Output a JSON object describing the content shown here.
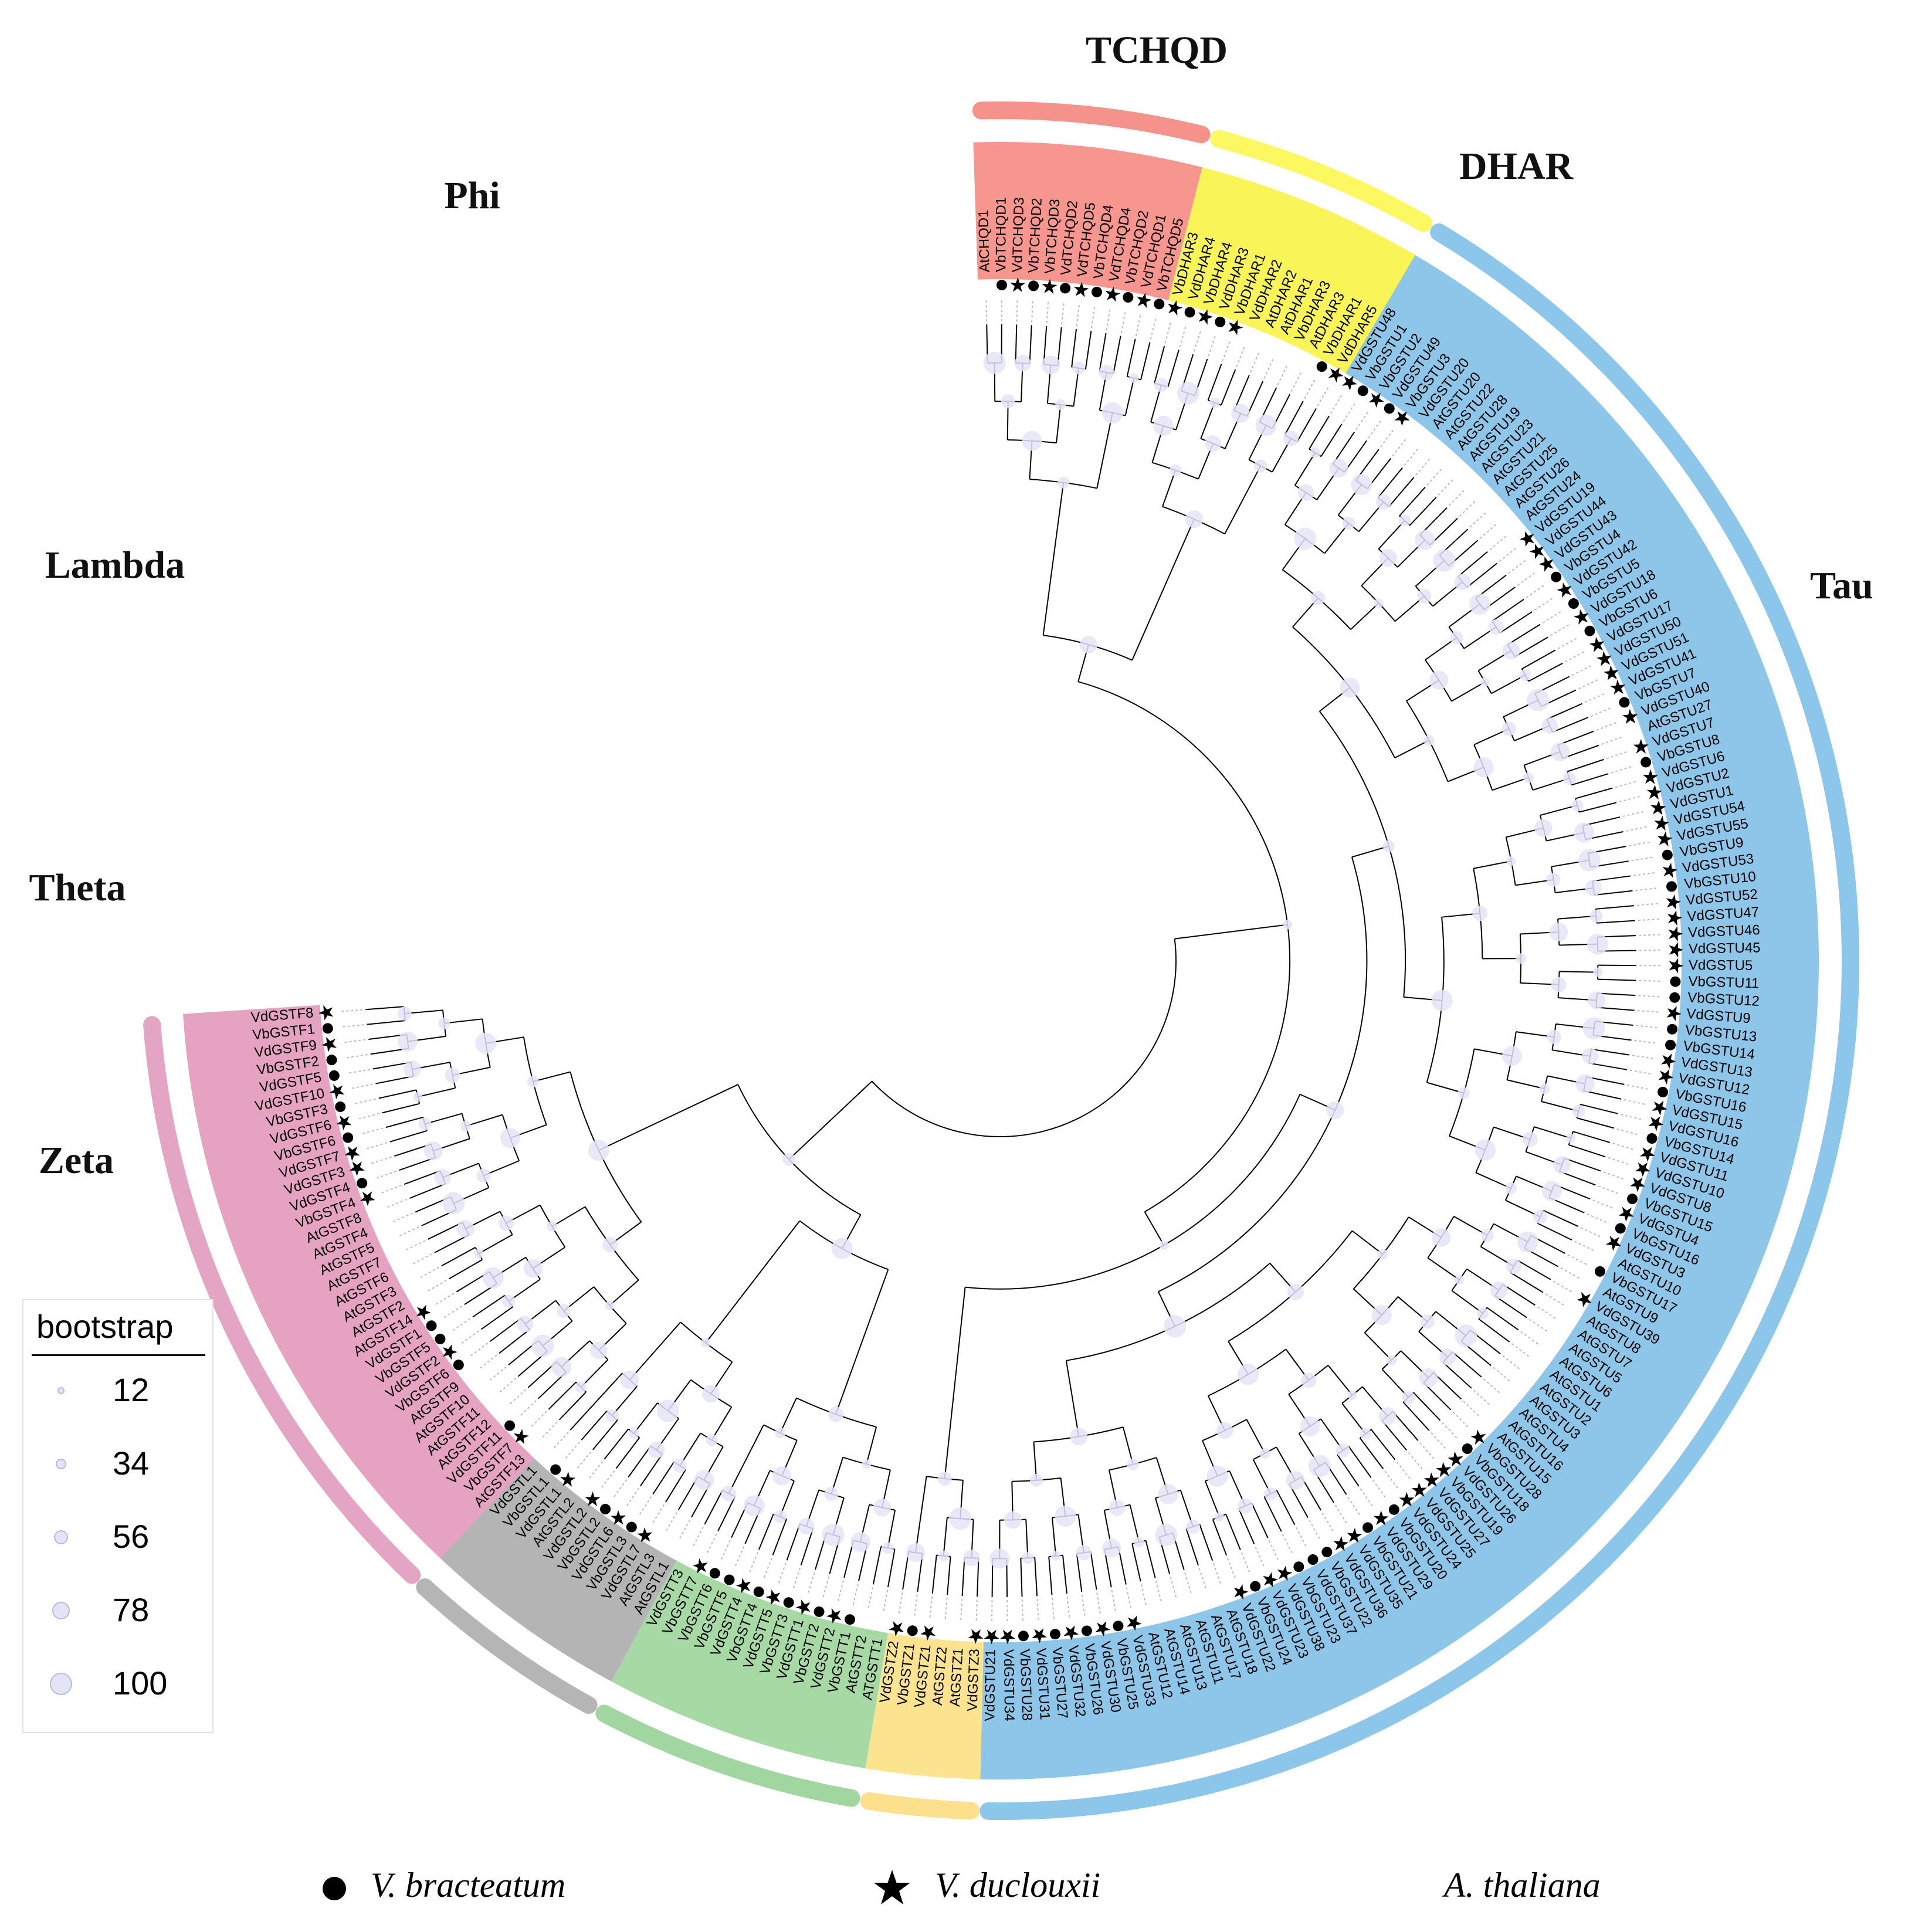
{
  "groups": [
    {
      "name": "Phi",
      "color": "#e3a5c3"
    },
    {
      "name": "TCHQD",
      "color": "#f6928c"
    },
    {
      "name": "DHAR",
      "color": "#fcf862"
    },
    {
      "name": "Tau",
      "color": "#8cc6ea"
    },
    {
      "name": "Zeta",
      "color": "#fce08e"
    },
    {
      "name": "Theta",
      "color": "#a1d6a0"
    },
    {
      "name": "Lambda",
      "color": "#b5b5b5"
    }
  ],
  "label_colors": {
    "Phi": "#e6a2c1",
    "TCHQD": "#f7958f",
    "DHAR": "#f9f558",
    "Tau": "#8ec6ea",
    "Zeta": "#fce38f",
    "Theta": "#a7d9a4",
    "Lambda": "#b4b4b4"
  },
  "leaves": [
    {
      "id": "AtCHQD1",
      "g": "TCHQD",
      "m": ""
    },
    {
      "id": "VbTCHQD1",
      "g": "TCHQD",
      "m": "dot"
    },
    {
      "id": "VdTCHQD3",
      "g": "TCHQD",
      "m": "star"
    },
    {
      "id": "VbTCHQD2",
      "g": "TCHQD",
      "m": "dot"
    },
    {
      "id": "VbTCHQD3",
      "g": "TCHQD",
      "m": "star"
    },
    {
      "id": "VdTCHQD2",
      "g": "TCHQD",
      "m": "dot"
    },
    {
      "id": "VdTCHQD5",
      "g": "TCHQD",
      "m": "star"
    },
    {
      "id": "VbTCHQD4",
      "g": "TCHQD",
      "m": "dot"
    },
    {
      "id": "VdTCHQD4",
      "g": "TCHQD",
      "m": "star"
    },
    {
      "id": "VbTCHQD2",
      "g": "TCHQD",
      "m": "dot"
    },
    {
      "id": "VdTCHQD1",
      "g": "TCHQD",
      "m": "star"
    },
    {
      "id": "VbTCHQD5",
      "g": "TCHQD",
      "m": "dot"
    },
    {
      "id": "VbDHAR3",
      "g": "DHAR",
      "m": "star"
    },
    {
      "id": "VdDHAR4",
      "g": "DHAR",
      "m": "dot"
    },
    {
      "id": "VbDHAR4",
      "g": "DHAR",
      "m": "star"
    },
    {
      "id": "VdDHAR3",
      "g": "DHAR",
      "m": "dot"
    },
    {
      "id": "VbDHAR1",
      "g": "DHAR",
      "m": "star"
    },
    {
      "id": "VdDHAR2",
      "g": "DHAR",
      "m": ""
    },
    {
      "id": "AtDHAR2",
      "g": "DHAR",
      "m": ""
    },
    {
      "id": "AtDHAR1",
      "g": "DHAR",
      "m": ""
    },
    {
      "id": "VbDHAR3",
      "g": "DHAR",
      "m": ""
    },
    {
      "id": "AtDHAR3",
      "g": "DHAR",
      "m": ""
    },
    {
      "id": "VbDHAR1",
      "g": "DHAR",
      "m": "dot"
    },
    {
      "id": "VdDHAR5",
      "g": "DHAR",
      "m": "star"
    },
    {
      "id": "VdGSTU48",
      "g": "Tau",
      "m": "star"
    },
    {
      "id": "VbGSTU1",
      "g": "Tau",
      "m": "dot"
    },
    {
      "id": "VbGSTU2",
      "g": "Tau",
      "m": "star"
    },
    {
      "id": "VdGSTU49",
      "g": "Tau",
      "m": "dot"
    },
    {
      "id": "VbGSTU3",
      "g": "Tau",
      "m": "star"
    },
    {
      "id": "VdGSTU20",
      "g": "Tau",
      "m": ""
    },
    {
      "id": "AtGSTU20",
      "g": "Tau",
      "m": ""
    },
    {
      "id": "AtGSTU22",
      "g": "Tau",
      "m": ""
    },
    {
      "id": "AtGSTU28",
      "g": "Tau",
      "m": ""
    },
    {
      "id": "AtGSTU19",
      "g": "Tau",
      "m": ""
    },
    {
      "id": "AtGSTU23",
      "g": "Tau",
      "m": ""
    },
    {
      "id": "AtGSTU21",
      "g": "Tau",
      "m": ""
    },
    {
      "id": "AtGSTU25",
      "g": "Tau",
      "m": ""
    },
    {
      "id": "AtGSTU26",
      "g": "Tau",
      "m": ""
    },
    {
      "id": "AtGSTU24",
      "g": "Tau",
      "m": ""
    },
    {
      "id": "VdGSTU19",
      "g": "Tau",
      "m": "star"
    },
    {
      "id": "VdGSTU44",
      "g": "Tau",
      "m": "star"
    },
    {
      "id": "VdGSTU43",
      "g": "Tau",
      "m": "star"
    },
    {
      "id": "VbGSTU4",
      "g": "Tau",
      "m": "dot"
    },
    {
      "id": "VdGSTU42",
      "g": "Tau",
      "m": "star"
    },
    {
      "id": "VbGSTU5",
      "g": "Tau",
      "m": "dot"
    },
    {
      "id": "VdGSTU18",
      "g": "Tau",
      "m": "star"
    },
    {
      "id": "VbGSTU6",
      "g": "Tau",
      "m": "dot"
    },
    {
      "id": "VdGSTU17",
      "g": "Tau",
      "m": "star"
    },
    {
      "id": "VdGSTU50",
      "g": "Tau",
      "m": "star"
    },
    {
      "id": "VdGSTU51",
      "g": "Tau",
      "m": "star"
    },
    {
      "id": "VdGSTU41",
      "g": "Tau",
      "m": "star"
    },
    {
      "id": "VbGSTU7",
      "g": "Tau",
      "m": "dot"
    },
    {
      "id": "VdGSTU40",
      "g": "Tau",
      "m": "star"
    },
    {
      "id": "AtGSTU27",
      "g": "Tau",
      "m": ""
    },
    {
      "id": "VdGSTU7",
      "g": "Tau",
      "m": "star"
    },
    {
      "id": "VbGSTU8",
      "g": "Tau",
      "m": "dot"
    },
    {
      "id": "VdGSTU6",
      "g": "Tau",
      "m": "star"
    },
    {
      "id": "VdGSTU2",
      "g": "Tau",
      "m": "star"
    },
    {
      "id": "VdGSTU1",
      "g": "Tau",
      "m": "star"
    },
    {
      "id": "VdGSTU54",
      "g": "Tau",
      "m": "star"
    },
    {
      "id": "VdGSTU55",
      "g": "Tau",
      "m": "star"
    },
    {
      "id": "VbGSTU9",
      "g": "Tau",
      "m": "dot"
    },
    {
      "id": "VdGSTU53",
      "g": "Tau",
      "m": "star"
    },
    {
      "id": "VbGSTU10",
      "g": "Tau",
      "m": "dot"
    },
    {
      "id": "VdGSTU52",
      "g": "Tau",
      "m": "star"
    },
    {
      "id": "VdGSTU47",
      "g": "Tau",
      "m": "star"
    },
    {
      "id": "VdGSTU46",
      "g": "Tau",
      "m": "star"
    },
    {
      "id": "VdGSTU45",
      "g": "Tau",
      "m": "star"
    },
    {
      "id": "VdGSTU5",
      "g": "Tau",
      "m": "star"
    },
    {
      "id": "VbGSTU11",
      "g": "Tau",
      "m": "dot"
    },
    {
      "id": "VbGSTU12",
      "g": "Tau",
      "m": "dot"
    },
    {
      "id": "VdGSTU9",
      "g": "Tau",
      "m": "star"
    },
    {
      "id": "VbGSTU13",
      "g": "Tau",
      "m": "dot"
    },
    {
      "id": "VbGSTU14",
      "g": "Tau",
      "m": "dot"
    },
    {
      "id": "VdGSTU13",
      "g": "Tau",
      "m": "star"
    },
    {
      "id": "VdGSTU12",
      "g": "Tau",
      "m": "star"
    },
    {
      "id": "VbGSTU16",
      "g": "Tau",
      "m": "dot"
    },
    {
      "id": "VdGSTU15",
      "g": "Tau",
      "m": "star"
    },
    {
      "id": "VdGSTU16",
      "g": "Tau",
      "m": "star"
    },
    {
      "id": "VbGSTU14",
      "g": "Tau",
      "m": "dot"
    },
    {
      "id": "VdGSTU11",
      "g": "Tau",
      "m": "star"
    },
    {
      "id": "VdGSTU10",
      "g": "Tau",
      "m": "star"
    },
    {
      "id": "VdGSTU8",
      "g": "Tau",
      "m": "star"
    },
    {
      "id": "VbGSTU15",
      "g": "Tau",
      "m": "dot"
    },
    {
      "id": "VdGSTU4",
      "g": "Tau",
      "m": "star"
    },
    {
      "id": "VbGSTU16",
      "g": "Tau",
      "m": "dot"
    },
    {
      "id": "VdGSTU3",
      "g": "Tau",
      "m": "star"
    },
    {
      "id": "AtGSTU10",
      "g": "Tau",
      "m": ""
    },
    {
      "id": "VbGSTU17",
      "g": "Tau",
      "m": "dot"
    },
    {
      "id": "AtGSTU9",
      "g": "Tau",
      "m": ""
    },
    {
      "id": "VdGSTU39",
      "g": "Tau",
      "m": "star"
    },
    {
      "id": "AtGSTU8",
      "g": "Tau",
      "m": ""
    },
    {
      "id": "AtGSTU7",
      "g": "Tau",
      "m": ""
    },
    {
      "id": "AtGSTU5",
      "g": "Tau",
      "m": ""
    },
    {
      "id": "AtGSTU6",
      "g": "Tau",
      "m": ""
    },
    {
      "id": "AtGSTU1",
      "g": "Tau",
      "m": ""
    },
    {
      "id": "AtGSTU2",
      "g": "Tau",
      "m": ""
    },
    {
      "id": "AtGSTU3",
      "g": "Tau",
      "m": ""
    },
    {
      "id": "AtGSTU4",
      "g": "Tau",
      "m": ""
    },
    {
      "id": "AtGSTU16",
      "g": "Tau",
      "m": ""
    },
    {
      "id": "AtGSTU15",
      "g": "Tau",
      "m": ""
    },
    {
      "id": "VbGSTU28",
      "g": "Tau",
      "m": "star"
    },
    {
      "id": "VbGSTU18",
      "g": "Tau",
      "m": "dot"
    },
    {
      "id": "VdGSTU26",
      "g": "Tau",
      "m": "star"
    },
    {
      "id": "VbGSTU19",
      "g": "Tau",
      "m": "star"
    },
    {
      "id": "VdGSTU27",
      "g": "Tau",
      "m": "star"
    },
    {
      "id": "VdGSTU25",
      "g": "Tau",
      "m": "star"
    },
    {
      "id": "VdGSTU24",
      "g": "Tau",
      "m": "star"
    },
    {
      "id": "VbGSTU20",
      "g": "Tau",
      "m": "dot"
    },
    {
      "id": "VdGSTU29",
      "g": "Tau",
      "m": "star"
    },
    {
      "id": "VbGSTU21",
      "g": "Tau",
      "m": "dot"
    },
    {
      "id": "VdGSTU35",
      "g": "Tau",
      "m": "star"
    },
    {
      "id": "VdGSTU36",
      "g": "Tau",
      "m": "star"
    },
    {
      "id": "VbGSTU22",
      "g": "Tau",
      "m": "dot"
    },
    {
      "id": "VdGSTU37",
      "g": "Tau",
      "m": "dot"
    },
    {
      "id": "VbGSTU23",
      "g": "Tau",
      "m": "dot"
    },
    {
      "id": "VdGSTU38",
      "g": "Tau",
      "m": "star"
    },
    {
      "id": "VdGSTU23",
      "g": "Tau",
      "m": "star"
    },
    {
      "id": "VbGSTU24",
      "g": "Tau",
      "m": "dot"
    },
    {
      "id": "VdGSTU22",
      "g": "Tau",
      "m": "star"
    },
    {
      "id": "AtGSTU18",
      "g": "Tau",
      "m": ""
    },
    {
      "id": "AtGSTU17",
      "g": "Tau",
      "m": ""
    },
    {
      "id": "AtGSTU11",
      "g": "Tau",
      "m": ""
    },
    {
      "id": "AtGSTU13",
      "g": "Tau",
      "m": ""
    },
    {
      "id": "AtGSTU14",
      "g": "Tau",
      "m": ""
    },
    {
      "id": "AtGSTU12",
      "g": "Tau",
      "m": ""
    },
    {
      "id": "VdGSTU33",
      "g": "Tau",
      "m": "star"
    },
    {
      "id": "VbGSTU25",
      "g": "Tau",
      "m": "dot"
    },
    {
      "id": "VdGSTU30",
      "g": "Tau",
      "m": "star"
    },
    {
      "id": "VbGSTU26",
      "g": "Tau",
      "m": "dot"
    },
    {
      "id": "VdGSTU32",
      "g": "Tau",
      "m": "star"
    },
    {
      "id": "VbGSTU27",
      "g": "Tau",
      "m": "dot"
    },
    {
      "id": "VdGSTU31",
      "g": "Tau",
      "m": "star"
    },
    {
      "id": "VbGSTU28",
      "g": "Tau",
      "m": "dot"
    },
    {
      "id": "VdGSTU34",
      "g": "Tau",
      "m": "star"
    },
    {
      "id": "VdGSTU21",
      "g": "Tau",
      "m": "star"
    },
    {
      "id": "VdGSTZ3",
      "g": "Zeta",
      "m": "star"
    },
    {
      "id": "AtGSTZ1",
      "g": "Zeta",
      "m": ""
    },
    {
      "id": "AtGSTZ2",
      "g": "Zeta",
      "m": ""
    },
    {
      "id": "VdGSTZ1",
      "g": "Zeta",
      "m": "star"
    },
    {
      "id": "VbGSTZ1",
      "g": "Zeta",
      "m": "dot"
    },
    {
      "id": "VdGSTZ2",
      "g": "Zeta",
      "m": "star"
    },
    {
      "id": "ATGSTT1",
      "g": "Theta",
      "m": ""
    },
    {
      "id": "AtGSTT2",
      "g": "Theta",
      "m": ""
    },
    {
      "id": "VbGSTT1",
      "g": "Theta",
      "m": "dot"
    },
    {
      "id": "VdGSTT2",
      "g": "Theta",
      "m": "star"
    },
    {
      "id": "VbGSTT2",
      "g": "Theta",
      "m": "dot"
    },
    {
      "id": "VdGSTT1",
      "g": "Theta",
      "m": "star"
    },
    {
      "id": "VbGSTT3",
      "g": "Theta",
      "m": "dot"
    },
    {
      "id": "VdGSTT5",
      "g": "Theta",
      "m": "star"
    },
    {
      "id": "VbGSTT4",
      "g": "Theta",
      "m": "dot"
    },
    {
      "id": "VdGSTT4",
      "g": "Theta",
      "m": "star"
    },
    {
      "id": "VbGSTT5",
      "g": "Theta",
      "m": "dot"
    },
    {
      "id": "VbGSTT6",
      "g": "Theta",
      "m": "dot"
    },
    {
      "id": "VbGSTT7",
      "g": "Theta",
      "m": "star"
    },
    {
      "id": "VdGSTT3",
      "g": "Theta",
      "m": ""
    },
    {
      "id": "AtGSTL1",
      "g": "Lambda",
      "m": ""
    },
    {
      "id": "AtGSTL3",
      "g": "Lambda",
      "m": ""
    },
    {
      "id": "VdGSTL7",
      "g": "Lambda",
      "m": "star"
    },
    {
      "id": "VbGSTL3",
      "g": "Lambda",
      "m": "dot"
    },
    {
      "id": "VdGSTL6",
      "g": "Lambda",
      "m": "star"
    },
    {
      "id": "VbGSTL2",
      "g": "Lambda",
      "m": "dot"
    },
    {
      "id": "VdGSTL2",
      "g": "Lambda",
      "m": "star"
    },
    {
      "id": "AtGSTL2",
      "g": "Lambda",
      "m": ""
    },
    {
      "id": "VdGSTL1",
      "g": "Lambda",
      "m": "star"
    },
    {
      "id": "VbGSTL1",
      "g": "Lambda",
      "m": "dot"
    },
    {
      "id": "VdGSTL1",
      "g": "Lambda",
      "m": ""
    },
    {
      "id": "AtGSTF13",
      "g": "Phi",
      "m": ""
    },
    {
      "id": "VbGSTF7",
      "g": "Phi",
      "m": "star"
    },
    {
      "id": "VdGSTF11",
      "g": "Phi",
      "m": "dot"
    },
    {
      "id": "AtGSTF12",
      "g": "Phi",
      "m": ""
    },
    {
      "id": "AtGSTF11",
      "g": "Phi",
      "m": ""
    },
    {
      "id": "AtGSTF10",
      "g": "Phi",
      "m": ""
    },
    {
      "id": "AtGSTF9",
      "g": "Phi",
      "m": ""
    },
    {
      "id": "VbGSTF6",
      "g": "Phi",
      "m": "dot"
    },
    {
      "id": "VdGSTF2",
      "g": "Phi",
      "m": "star"
    },
    {
      "id": "VbGSTF5",
      "g": "Phi",
      "m": "dot"
    },
    {
      "id": "VdGSTF1",
      "g": "Phi",
      "m": "dot"
    },
    {
      "id": "AtGSTF14",
      "g": "Phi",
      "m": "star"
    },
    {
      "id": "AtGSTF2",
      "g": "Phi",
      "m": ""
    },
    {
      "id": "AtGSTF3",
      "g": "Phi",
      "m": ""
    },
    {
      "id": "AtGSTF6",
      "g": "Phi",
      "m": ""
    },
    {
      "id": "AtGSTF7",
      "g": "Phi",
      "m": ""
    },
    {
      "id": "AtGSTF5",
      "g": "Phi",
      "m": ""
    },
    {
      "id": "AtGSTF4",
      "g": "Phi",
      "m": ""
    },
    {
      "id": "AtGSTF8",
      "g": "Phi",
      "m": ""
    },
    {
      "id": "VbGSTF4",
      "g": "Phi",
      "m": "star"
    },
    {
      "id": "VdGSTF4",
      "g": "Phi",
      "m": "dot"
    },
    {
      "id": "VdGSTF3",
      "g": "Phi",
      "m": "star"
    },
    {
      "id": "VdGSTF7",
      "g": "Phi",
      "m": "star"
    },
    {
      "id": "VbGSTF6",
      "g": "Phi",
      "m": "dot"
    },
    {
      "id": "VdGSTF6",
      "g": "Phi",
      "m": "star"
    },
    {
      "id": "VbGSTF3",
      "g": "Phi",
      "m": "dot"
    },
    {
      "id": "VdGSTF10",
      "g": "Phi",
      "m": "star"
    },
    {
      "id": "VdGSTF5",
      "g": "Phi",
      "m": "dot"
    },
    {
      "id": "VbGSTF2",
      "g": "Phi",
      "m": "dot"
    },
    {
      "id": "VdGSTF9",
      "g": "Phi",
      "m": "star"
    },
    {
      "id": "VbGSTF1",
      "g": "Phi",
      "m": "dot"
    },
    {
      "id": "VdGSTF8",
      "g": "Phi",
      "m": "star"
    }
  ],
  "legend": {
    "title": "bootstrap",
    "values": [
      "12",
      "34",
      "56",
      "78",
      "100"
    ]
  },
  "species": [
    {
      "marker": "dot",
      "name": "V. bracteatum"
    },
    {
      "marker": "star",
      "name": "V. duclouxii"
    },
    {
      "marker": "",
      "name": "A. thaliana"
    }
  ]
}
